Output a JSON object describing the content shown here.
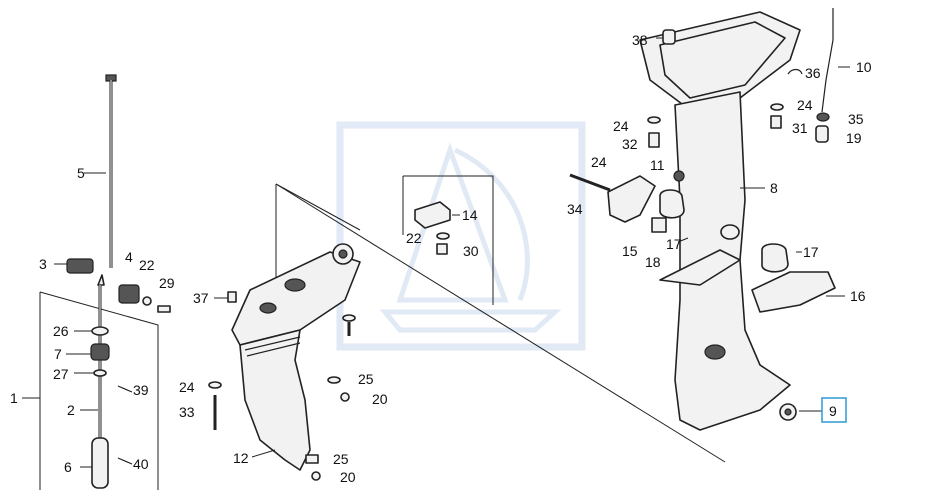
{
  "callouts": [
    {
      "id": "c38",
      "text": "38"
    },
    {
      "id": "c10",
      "text": "10"
    },
    {
      "id": "c36",
      "text": "36"
    },
    {
      "id": "c24a",
      "text": "24"
    },
    {
      "id": "c35",
      "text": "35"
    },
    {
      "id": "c31",
      "text": "31"
    },
    {
      "id": "c19",
      "text": "19"
    },
    {
      "id": "c24b",
      "text": "24"
    },
    {
      "id": "c32",
      "text": "32"
    },
    {
      "id": "c24c",
      "text": "24"
    },
    {
      "id": "c11",
      "text": "11"
    },
    {
      "id": "c8",
      "text": "8"
    },
    {
      "id": "c34",
      "text": "34"
    },
    {
      "id": "c15",
      "text": "15"
    },
    {
      "id": "c17a",
      "text": "17"
    },
    {
      "id": "c18",
      "text": "18"
    },
    {
      "id": "c17b",
      "text": "17"
    },
    {
      "id": "c16",
      "text": "16"
    },
    {
      "id": "c9",
      "text": "9"
    },
    {
      "id": "c14",
      "text": "14"
    },
    {
      "id": "c22a",
      "text": "22"
    },
    {
      "id": "c30",
      "text": "30"
    },
    {
      "id": "c5",
      "text": "5"
    },
    {
      "id": "c3",
      "text": "3"
    },
    {
      "id": "c4",
      "text": "4"
    },
    {
      "id": "c22b",
      "text": "22"
    },
    {
      "id": "c29",
      "text": "29"
    },
    {
      "id": "c37",
      "text": "37"
    },
    {
      "id": "c26",
      "text": "26"
    },
    {
      "id": "c7",
      "text": "7"
    },
    {
      "id": "c27",
      "text": "27"
    },
    {
      "id": "c39",
      "text": "39"
    },
    {
      "id": "c1",
      "text": "1"
    },
    {
      "id": "c2",
      "text": "2"
    },
    {
      "id": "c24d",
      "text": "24"
    },
    {
      "id": "c33",
      "text": "33"
    },
    {
      "id": "c25a",
      "text": "25"
    },
    {
      "id": "c20a",
      "text": "20"
    },
    {
      "id": "c6",
      "text": "6"
    },
    {
      "id": "c40",
      "text": "40"
    },
    {
      "id": "c12",
      "text": "12"
    },
    {
      "id": "c25b",
      "text": "25"
    },
    {
      "id": "c20b",
      "text": "20"
    }
  ],
  "colors": {
    "line": "#222222",
    "highlight": "#3aa0d8",
    "watermark": "#c9d8ee"
  },
  "highlighted_callout": "9"
}
